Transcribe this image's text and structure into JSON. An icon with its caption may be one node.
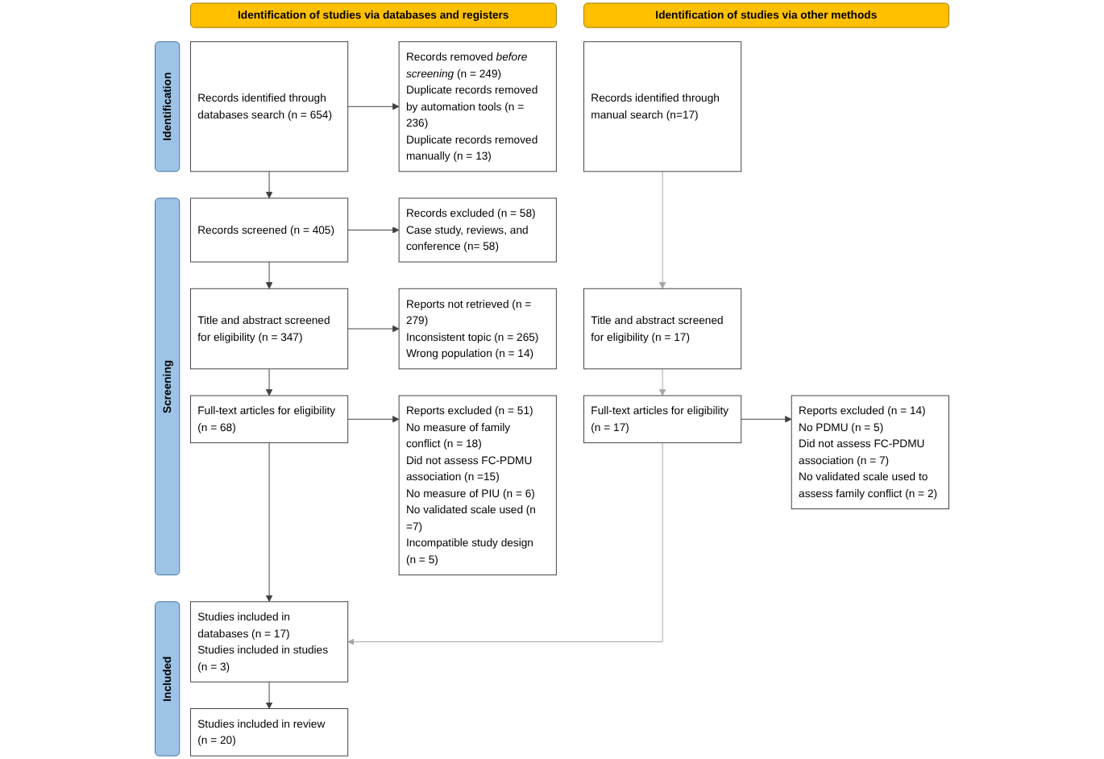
{
  "diagram": {
    "nodes": [
      {
        "text": [
          "Identification of studies via databases and registers"
        ]
      },
      {
        "text": [
          "Identification of studies via other methods"
        ]
      },
      {
        "text": [
          "Identification"
        ]
      },
      {
        "text": [
          "Records identified through databases search (n = 654)"
        ]
      },
      {
        "text": [
          "Records removed *before screening* (n = 249)",
          "Duplicate records removed by automation tools (n = 236)",
          "Duplicate records removed manually (n = 13)"
        ]
      },
      {
        "text": [
          "Records identified through manual search (n=17)"
        ]
      },
      {
        "text": [
          "Screening"
        ]
      },
      {
        "text": [
          "Records screened (n = 405)"
        ]
      },
      {
        "text": [
          "Records excluded (n = 58)",
          "Case study, reviews, and conference (n= 58)"
        ]
      },
      {
        "text": [
          "Title and abstract screened for eligibility (n = 347)"
        ]
      },
      {
        "text": [
          "Reports not retrieved (n = 279)",
          "Inconsistent topic (n = 265)",
          "Wrong population (n = 14)"
        ]
      },
      {
        "text": [
          "Title and abstract screened for eligibility (n = 17)"
        ]
      },
      {
        "text": [
          "Full-text articles for eligibility (n = 68)"
        ]
      },
      {
        "text": [
          "Reports excluded (n = 51)",
          "No measure of family conflict (n = 18)",
          "Did not assess FC-PDMU association (n =15)",
          "No measure of PIU (n = 6)",
          "No validated scale used (n =7)",
          "Incompatible study design (n = 5)"
        ]
      },
      {
        "text": [
          "Full-text articles for eligibility (n = 17)"
        ]
      },
      {
        "text": [
          "Reports excluded (n = 14)",
          "No PDMU (n = 5)",
          "Did not assess FC-PDMU association (n = 7)",
          "No validated scale used to assess family conflict (n = 2)"
        ]
      },
      {
        "text": [
          "Included"
        ]
      },
      {
        "text": [
          "Studies included in databases (n = 17)",
          "Studies included in studies (n = 3)"
        ]
      },
      {
        "text": [
          "Studies included in review (n = 20)"
        ]
      }
    ],
    "edges": [
      {
        "from": 3,
        "to": 4,
        "arrow": "to"
      },
      {
        "from": 3,
        "to": 7,
        "arrow": "to"
      },
      {
        "from": 7,
        "to": 8,
        "arrow": "to"
      },
      {
        "from": 7,
        "to": 9,
        "arrow": "to"
      },
      {
        "from": 5,
        "to": 11,
        "arrow": "to",
        "color": "#a6a6a6"
      },
      {
        "from": 9,
        "to": 10,
        "arrow": "to"
      },
      {
        "from": 9,
        "to": 12,
        "arrow": "to"
      },
      {
        "from": 11,
        "to": 14,
        "arrow": "to",
        "color": "#a6a6a6"
      },
      {
        "from": 12,
        "to": 13,
        "arrow": "to"
      },
      {
        "from": 14,
        "to": 15,
        "arrow": "to"
      },
      {
        "from": 12,
        "to": 17,
        "arrow": "to"
      },
      {
        "from": 14,
        "to": 17,
        "arrow": "to",
        "color": "#a6a6a6"
      },
      {
        "from": 17,
        "to": 18,
        "arrow": "to"
      }
    ]
  }
}
